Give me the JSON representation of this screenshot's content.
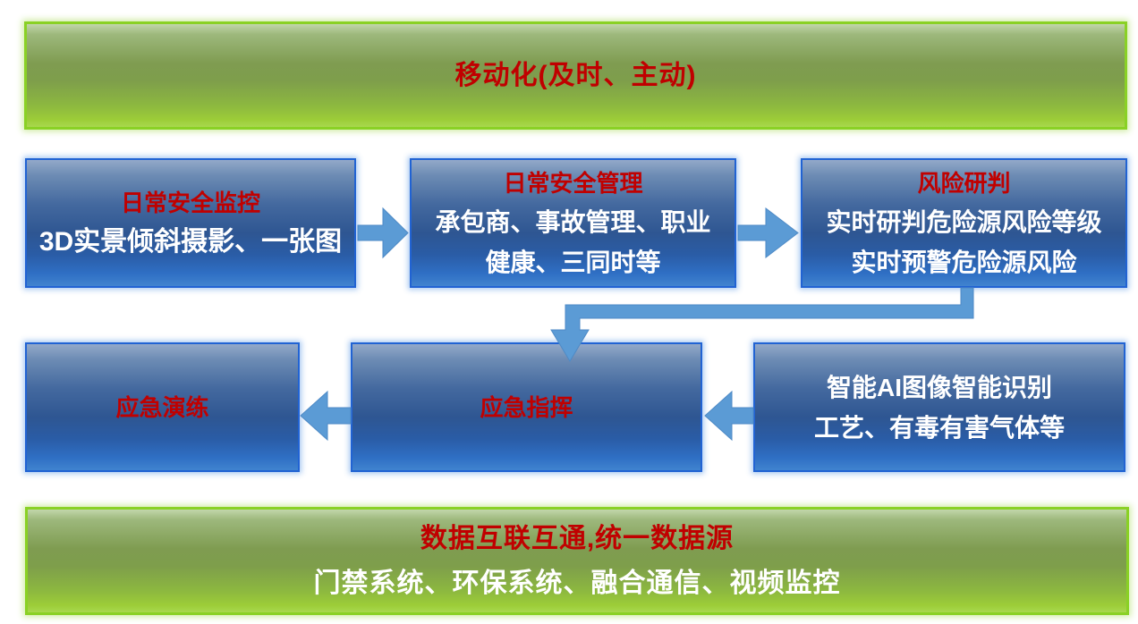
{
  "colors": {
    "red_text": "#C00000",
    "white_text": "#FFFFFF",
    "arrow_blue": "#5B9BD5",
    "box_border_blue": "#2163D3",
    "banner_border_green": "#8AD125"
  },
  "top_banner": {
    "title": "移动化(及时、主动)"
  },
  "row1": [
    {
      "title": "日常安全监控",
      "lines": [
        "3D实景倾斜摄影、一张图"
      ]
    },
    {
      "title": "日常安全管理",
      "lines": [
        "承包商、事故管理、职业",
        "健康、三同时等"
      ]
    },
    {
      "title": "风险研判",
      "lines": [
        "实时研判危险源风险等级",
        "实时预警危险源风险"
      ]
    }
  ],
  "row2": [
    {
      "title": "应急演练"
    },
    {
      "title": "应急指挥"
    },
    {
      "lines": [
        "智能AI图像智能识别",
        "工艺、有毒有害气体等"
      ]
    }
  ],
  "bottom_banner": {
    "line1": "数据互联互通,统一数据源",
    "line2": "门禁系统、环保系统、融合通信、视频监控"
  }
}
